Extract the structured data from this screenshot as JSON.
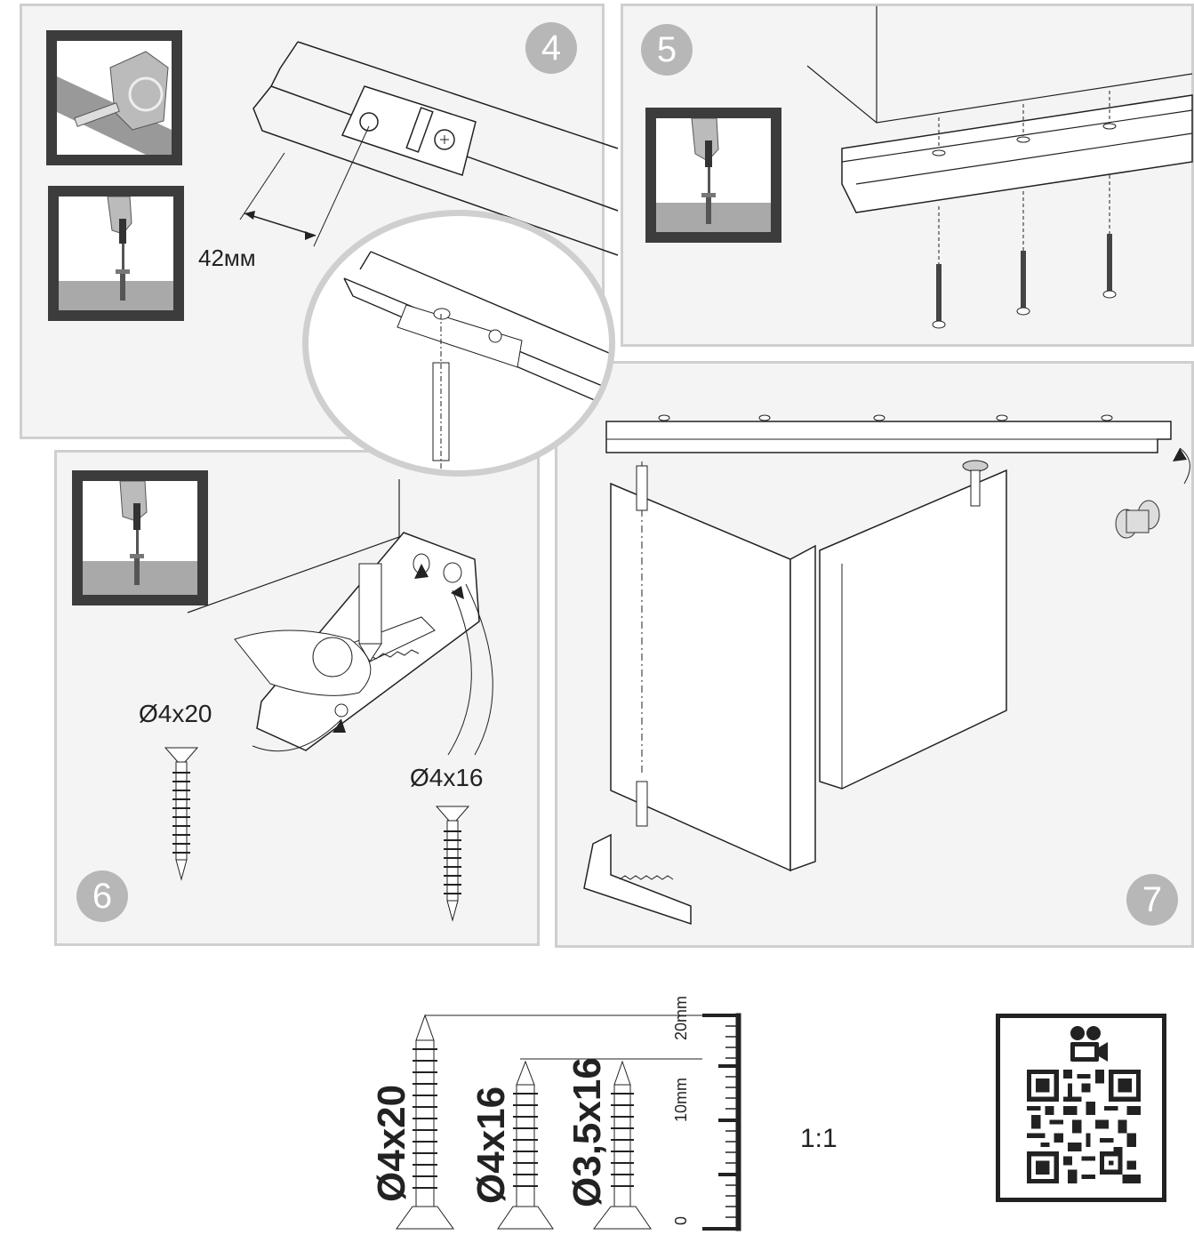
{
  "steps": [
    {
      "number": "4",
      "dimension_label": "42мм"
    },
    {
      "number": "5"
    },
    {
      "number": "6",
      "screw_labels": [
        "Ø4x20",
        "Ø4x16"
      ]
    },
    {
      "number": "7"
    }
  ],
  "screw_gauge": {
    "screws": [
      "Ø4x20",
      "Ø4x16",
      "Ø3,5x16"
    ],
    "ruler_labels": [
      "20mm",
      "10mm",
      "0"
    ],
    "scale_label": "1:1"
  },
  "qr": {
    "icon": "video-camera-icon"
  },
  "colors": {
    "panel_bg": "#f4f4f4",
    "panel_border": "#cfcfcf",
    "badge": "#b7b7b7",
    "ink": "#222222",
    "inset_frame": "#3c3c3c"
  }
}
